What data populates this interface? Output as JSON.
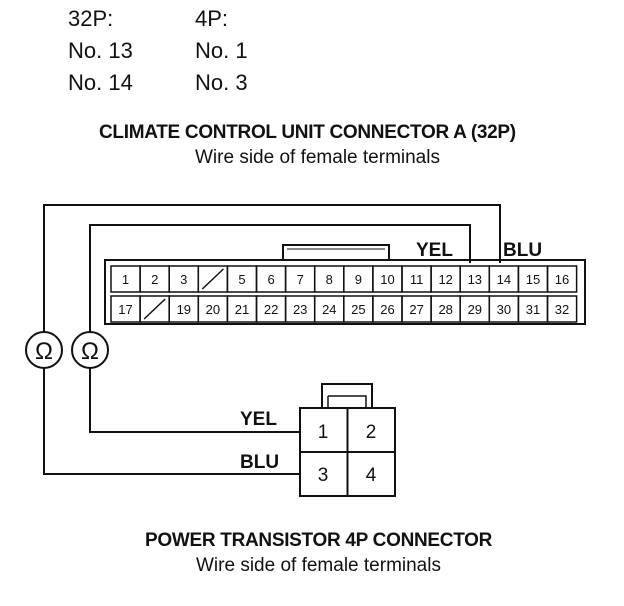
{
  "pin_table": {
    "col1_header": "32P:",
    "col2_header": "4P:",
    "rows": [
      {
        "p32": "No. 13",
        "p4": "No. 1"
      },
      {
        "p32": "No. 14",
        "p4": "No. 3"
      }
    ]
  },
  "connector_a": {
    "title": "CLIMATE CONTROL UNIT CONNECTOR A (32P)",
    "subtitle": "Wire side of female terminals",
    "yel_label": "YEL",
    "blu_label": "BLU",
    "top_row": [
      "1",
      "2",
      "3",
      "",
      "5",
      "6",
      "7",
      "8",
      "9",
      "10",
      "11",
      "12",
      "13",
      "14",
      "15",
      "16"
    ],
    "bottom_row": [
      "17",
      "",
      "19",
      "20",
      "21",
      "22",
      "23",
      "24",
      "25",
      "26",
      "27",
      "28",
      "29",
      "30",
      "31",
      "32"
    ]
  },
  "meters": {
    "symbol": "Ω"
  },
  "connector_b": {
    "title": "POWER TRANSISTOR 4P CONNECTOR",
    "subtitle": "Wire side of female terminals",
    "yel_label": "YEL",
    "blu_label": "BLU",
    "pins": [
      "1",
      "2",
      "3",
      "4"
    ]
  }
}
